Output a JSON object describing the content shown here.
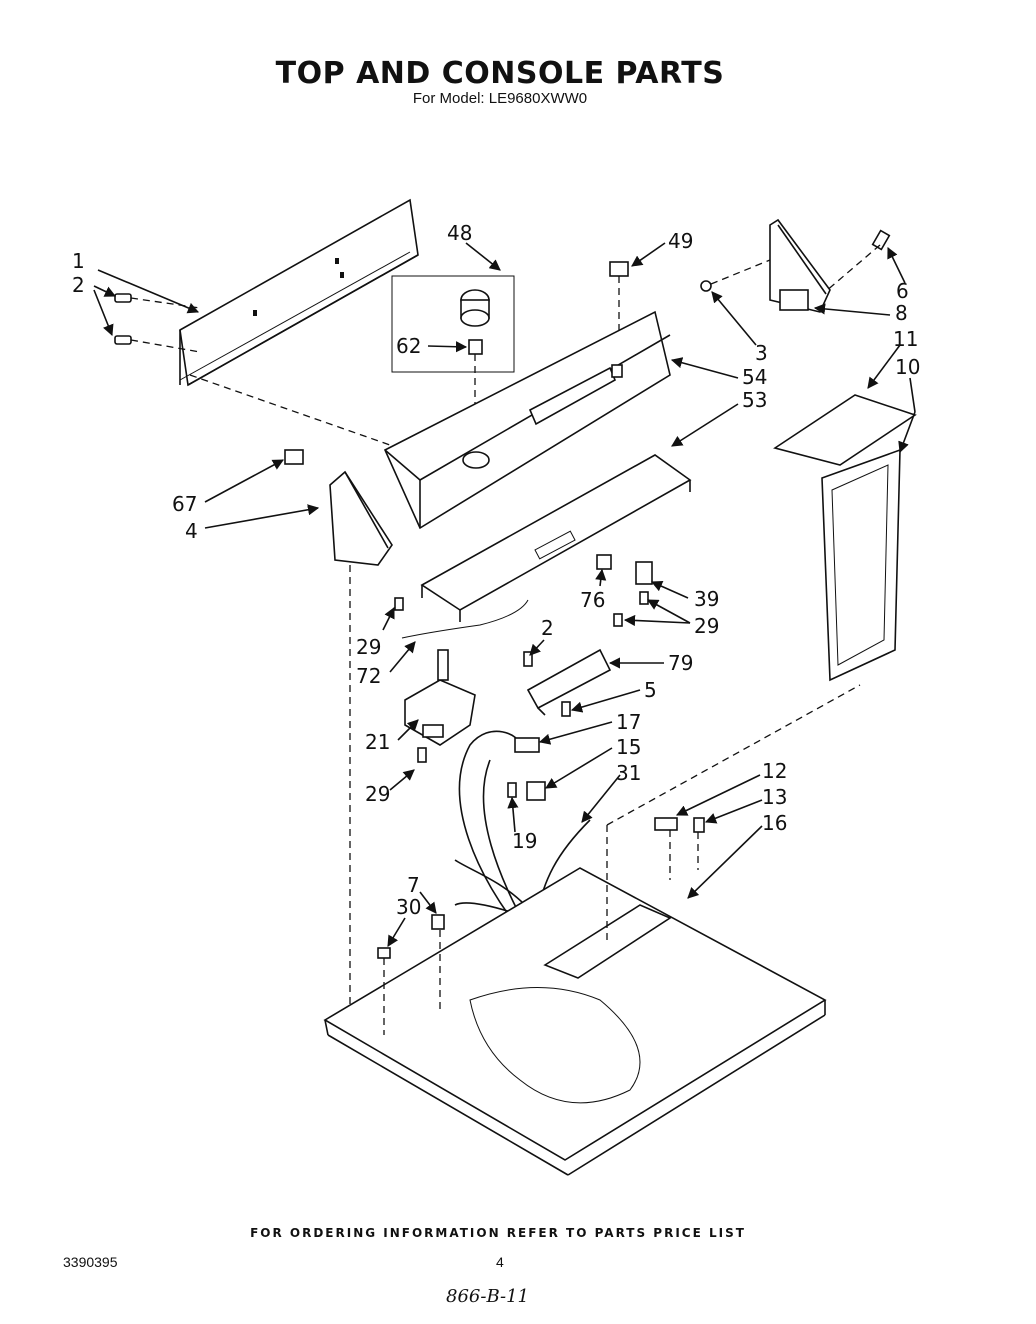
{
  "header": {
    "title": "TOP AND CONSOLE PARTS",
    "subtitle": "For Model: LE9680XWW0"
  },
  "callouts": [
    "1",
    "2",
    "48",
    "49",
    "6",
    "8",
    "3",
    "54",
    "53",
    "11",
    "10",
    "62",
    "67",
    "4",
    "29",
    "72",
    "2",
    "76",
    "39",
    "29",
    "79",
    "5",
    "21",
    "17",
    "15",
    "29",
    "31",
    "19",
    "12",
    "13",
    "16",
    "7",
    "30"
  ],
  "footer": {
    "ordering_note": "FOR ORDERING INFORMATION REFER TO PARTS PRICE LIST",
    "doc_number": "3390395",
    "page_number": "4",
    "handwritten": "866-B-11"
  }
}
